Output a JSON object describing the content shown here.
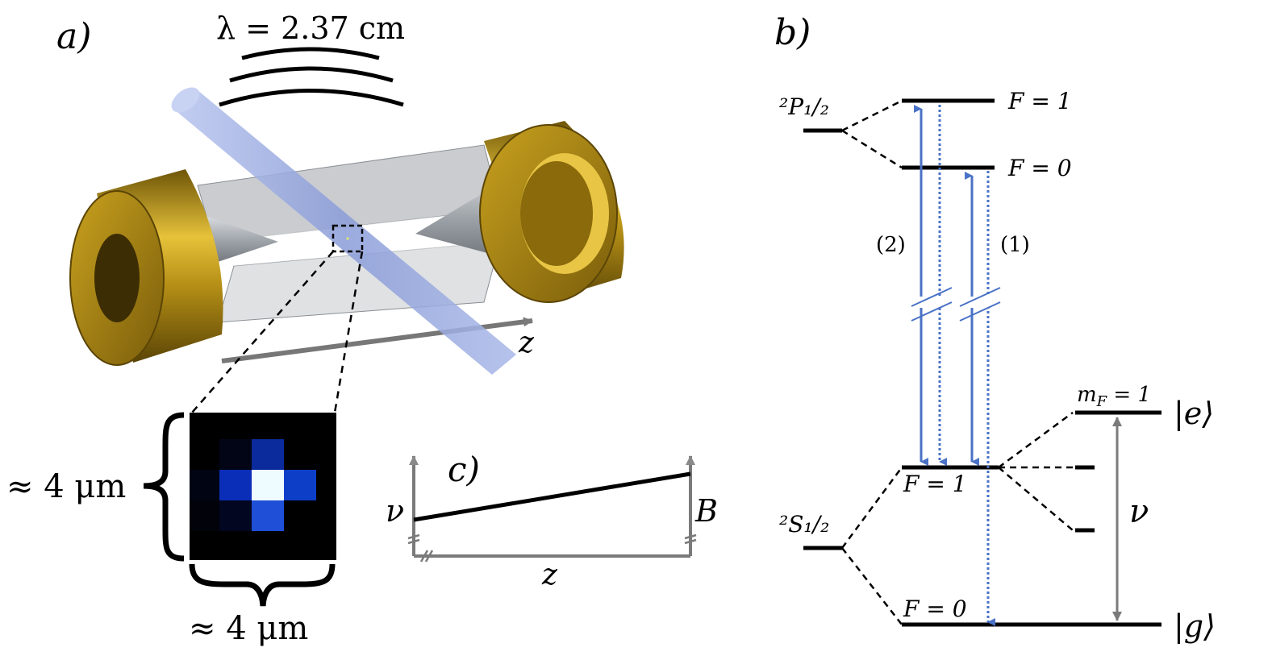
{
  "panel_a": {
    "label": "a)",
    "wavelength": "λ = 2.37 cm",
    "axis_z": "z",
    "size_vertical": "≈ 4 μm",
    "size_horizontal": "≈ 4 μm",
    "colors": {
      "gold": "#b8900f",
      "beam": "#8fa1d8",
      "steel": "#aeb2b8",
      "grid_black": "#000000",
      "pixel_blue": "#1e4fd6",
      "pixel_bright": "#eefcff"
    }
  },
  "panel_b": {
    "label": "b)",
    "p_level": "²P₁/₂",
    "s_level": "²S₁/₂",
    "f1_upper": "F = 1",
    "f0_upper": "F = 0",
    "f1_lower": "F = 1",
    "f0_lower": "F = 0",
    "transition_2": "(2)",
    "transition_1": "(1)",
    "mf_label": "m_F = 1",
    "ket_e": "|e⟩",
    "ket_g": "|g⟩",
    "nu": "ν",
    "colors": {
      "arrow_blue": "#4a72c6",
      "arrow_gray": "#7a7a7a"
    }
  },
  "panel_c": {
    "label": "c)",
    "nu": "ν",
    "b_field": "B",
    "axis_z": "z"
  }
}
